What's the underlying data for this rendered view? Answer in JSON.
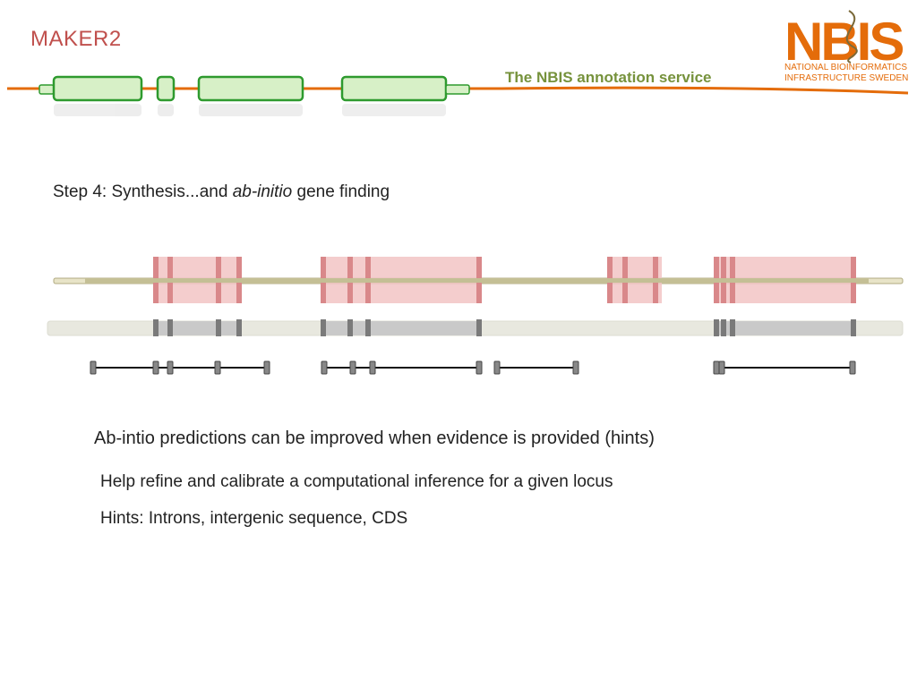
{
  "header": {
    "title": "MAKER2",
    "service": "The NBIS annotation service",
    "logo": {
      "letters": "NBIS",
      "line1": "NATIONAL BIOINFORMATICS",
      "line2": "INFRASTRUCTURE SWEDEN",
      "color": "#e46c0a"
    }
  },
  "step": {
    "prefix": "Step 4: Synthesis...and ",
    "italic": "ab-initio",
    "suffix": " gene finding"
  },
  "bullets": {
    "main": "Ab-intio predictions can be improved when evidence is provided (hints)",
    "sub": [
      "Help refine and calibrate a computational inference for a given locus",
      "Hints: Introns, intergenic sequence, CDS"
    ]
  },
  "colors": {
    "accent_line": "#e46c0a",
    "title": "#c0504d",
    "service": "#76923c",
    "exon_fill": "#d7f0c7",
    "exon_stroke": "#2e9a2e",
    "hint_fill": "#f2c4c4",
    "hint_bar": "#d9888a",
    "genome_track": "#c4bf95",
    "prediction_track": "#e8e8df",
    "prediction_block": "#c9c9c9",
    "prediction_mark": "#7a7a7a",
    "model_line": "#111111",
    "model_cap": "#888888"
  }
}
